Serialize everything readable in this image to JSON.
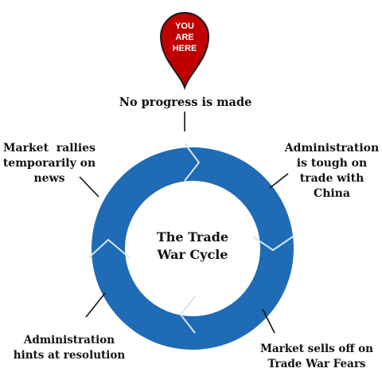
{
  "marker": {
    "line1": "YOU",
    "line2": "ARE",
    "line3": "HERE",
    "color": "#c00000"
  },
  "center_title": {
    "line1": "The Trade",
    "line2": "War Cycle"
  },
  "stages": {
    "top": "No progress is made",
    "right": {
      "line1": "Administration",
      "line2": "is tough on",
      "line3": "trade with",
      "line4": "China"
    },
    "bottom_right": {
      "line1": "Market sells off on",
      "line2": "Trade War Fears"
    },
    "bottom_left": {
      "line1": "Administration",
      "line2": "hints at resolution"
    },
    "left": {
      "line1": "Market  rallies",
      "line2": "temporarily on",
      "line3": "news"
    }
  },
  "colors": {
    "ring": "#1f6bb5",
    "ring_edge": "#2a76c0",
    "seam": "#d7e6f5",
    "connector": "#111111"
  }
}
